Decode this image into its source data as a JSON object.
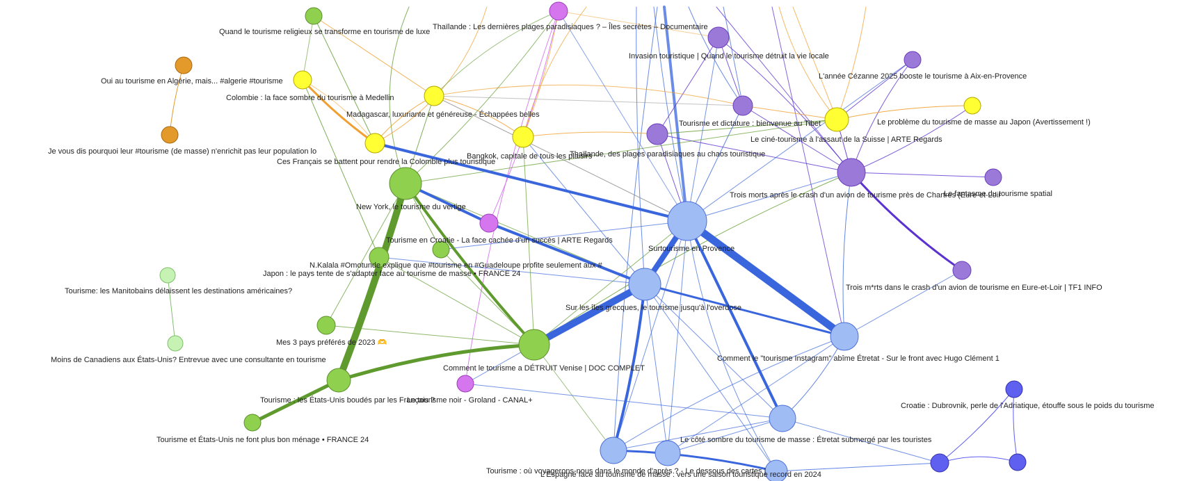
{
  "colors": {
    "green": "#8fd14f",
    "green_stroke": "#5e8f2e",
    "green_edge": "#5f9a2e",
    "light_green": "#c6f2b4",
    "light_green_stroke": "#7fbf6a",
    "blue": "#a0bcf5",
    "blue_stroke": "#4b6fd8",
    "blue_edge": "#3a66dd",
    "purple": "#9b79d9",
    "purple_stroke": "#6a3fb8",
    "purple_edge": "#5b32d1",
    "yellow": "#ffff33",
    "yellow_stroke": "#b3a600",
    "yellow_edge": "#f0a030",
    "orange": "#e39a2a",
    "orange_stroke": "#a86a12",
    "magenta": "#d576ee",
    "magenta_stroke": "#9a3fb8",
    "indigo": "#5f5ff0",
    "indigo_stroke": "#3333aa",
    "gray_edge": "#888888"
  },
  "nodes": [
    {
      "id": "religieux",
      "label": "Quand le tourisme religieux se transforme en tourisme de luxe",
      "group": "green"
    },
    {
      "id": "thailande_plages",
      "label": "Thaïlande : Les dernières plages paradisiaques ? – Îles secrètes – Documentaire",
      "group": "magenta"
    },
    {
      "id": "algerie",
      "label": "Oui au tourisme en Algérie, mais... #algerie #tourisme",
      "group": "orange"
    },
    {
      "id": "colombie",
      "label": "Colombie : la face sombre du tourisme à Medellin",
      "group": "yellow"
    },
    {
      "id": "invasion",
      "label": "Invasion touristique | Quand le tourisme détruit la vie locale",
      "group": "purple"
    },
    {
      "id": "cezanne",
      "label": "L'année Cézanne 2025 booste le tourisme à Aix-en-Provence",
      "group": "purple"
    },
    {
      "id": "madagascar",
      "label": "Madagascar, luxuriante et généreuse - Échappées belles",
      "group": "yellow"
    },
    {
      "id": "tibet",
      "label": "Tourisme et dictature : bienvenue au Tibet",
      "group": "purple"
    },
    {
      "id": "japon_masse",
      "label": "Le problème du tourisme de masse au Japon (Avertissement !)",
      "group": "yellow"
    },
    {
      "id": "suisse",
      "label": "Le ciné-tourisme à l'assaut de la Suisse | ARTE Regards",
      "group": "yellow"
    },
    {
      "id": "enrichit",
      "label": "Je vous dis pourquoi leur #tourisme (de masse) n'enrichit pas leur population lo",
      "group": "orange"
    },
    {
      "id": "bangkok",
      "label": "Bangkok, capitale de tous les plaisirs",
      "group": "yellow"
    },
    {
      "id": "thailande_chaos",
      "label": "Thaïlande, des plages paradisiaques au chaos touristique",
      "group": "purple"
    },
    {
      "id": "francais_colombie",
      "label": "Ces Français se battent pour rendre la Colombie plus touristique",
      "group": "yellow"
    },
    {
      "id": "spatial",
      "label": "Le fantasme du tourisme spatial",
      "group": "purple"
    },
    {
      "id": "chartres",
      "label": "Trois morts après le crash d'un avion de tourisme près de Chartres (Eure-et-Loir",
      "group": "purple"
    },
    {
      "id": "newyork",
      "label": "New York, le tourisme du vertige",
      "group": "green"
    },
    {
      "id": "croatie_arte",
      "label": "Tourisme en Croatie - La face cachée d'un succès | ARTE Regards",
      "group": "magenta"
    },
    {
      "id": "provence",
      "label": "Surtourisme en Provence",
      "group": "blue"
    },
    {
      "id": "kalala",
      "label": "N.Kalala #Omotunde explique que #tourisme en #Guadeloupe profite seulement aux #",
      "group": "green"
    },
    {
      "id": "japon_adapter",
      "label": "Japon : le pays tente de s'adapter face au tourisme de masse • FRANCE 24",
      "group": "green"
    },
    {
      "id": "manitobains",
      "label": "Tourisme: les Manitobains délaissent les destinations américaines?",
      "group": "light_green"
    },
    {
      "id": "tf1",
      "label": "Trois m*rts dans le crash d'un avion de tourisme en Eure-et-Loir | TF1 INFO",
      "group": "purple"
    },
    {
      "id": "grecques",
      "label": "Sur les îles grecques, le tourisme jusqu'à l'overdose",
      "group": "blue"
    },
    {
      "id": "trois_pays",
      "label": "Mes 3 pays préférés de 2023 🫶",
      "group": "green"
    },
    {
      "id": "canadiens",
      "label": "Moins de Canadiens aux États-Unis? Entrevue avec une consultante en tourisme",
      "group": "light_green"
    },
    {
      "id": "etretat_instagram",
      "label": "Comment le \"tourisme Instagram\" abîme Étretat - Sur le front avec Hugo Clément 1",
      "group": "blue"
    },
    {
      "id": "venise",
      "label": "Comment le tourisme a DÉTRUIT Venise | DOC COMPLET",
      "group": "green"
    },
    {
      "id": "etats_unis_boudes",
      "label": "Tourisme : les États-Unis boudés par les Français ?",
      "group": "green"
    },
    {
      "id": "groland",
      "label": "Le tourisme noir - Groland - CANAL+",
      "group": "magenta"
    },
    {
      "id": "dubrovnik",
      "label": "Croatie : Dubrovnik, perle de l'Adriatique, étouffe sous le poids du tourisme",
      "group": "indigo"
    },
    {
      "id": "etats_unis_menage",
      "label": "Tourisme et États-Unis ne font plus bon ménage • FRANCE 24",
      "group": "green"
    },
    {
      "id": "etretat_sombre",
      "label": "Le côté sombre du tourisme de masse : Étretat submergé par les touristes",
      "group": "blue"
    },
    {
      "id": "voyagerons",
      "label": "Tourisme : où voyagerons-nous dans le monde d'après ? - Le dessous des cartes |",
      "group": "blue"
    },
    {
      "id": "record",
      "label": "L'Espagne face au tourisme de masse : vers une saison touristique record en 2024",
      "group": "blue"
    },
    {
      "id": "x_bottom",
      "label": "",
      "group": "blue"
    },
    {
      "id": "indigo_a",
      "label": "",
      "group": "indigo"
    },
    {
      "id": "indigo_b",
      "label": "",
      "group": "indigo"
    }
  ]
}
